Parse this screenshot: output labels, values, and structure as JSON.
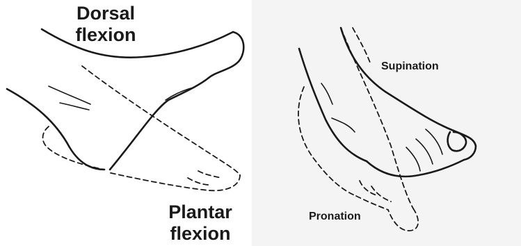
{
  "left": {
    "label_top": [
      "Dorsal",
      "flexion"
    ],
    "label_bottom": [
      "Plantar",
      "flexion"
    ]
  },
  "right": {
    "label_top": "Supination",
    "label_bottom": "Pronation"
  },
  "colors": {
    "ink": "#1a1a1a",
    "left_background": "#ffffff",
    "right_background": "#f4f4f4"
  }
}
